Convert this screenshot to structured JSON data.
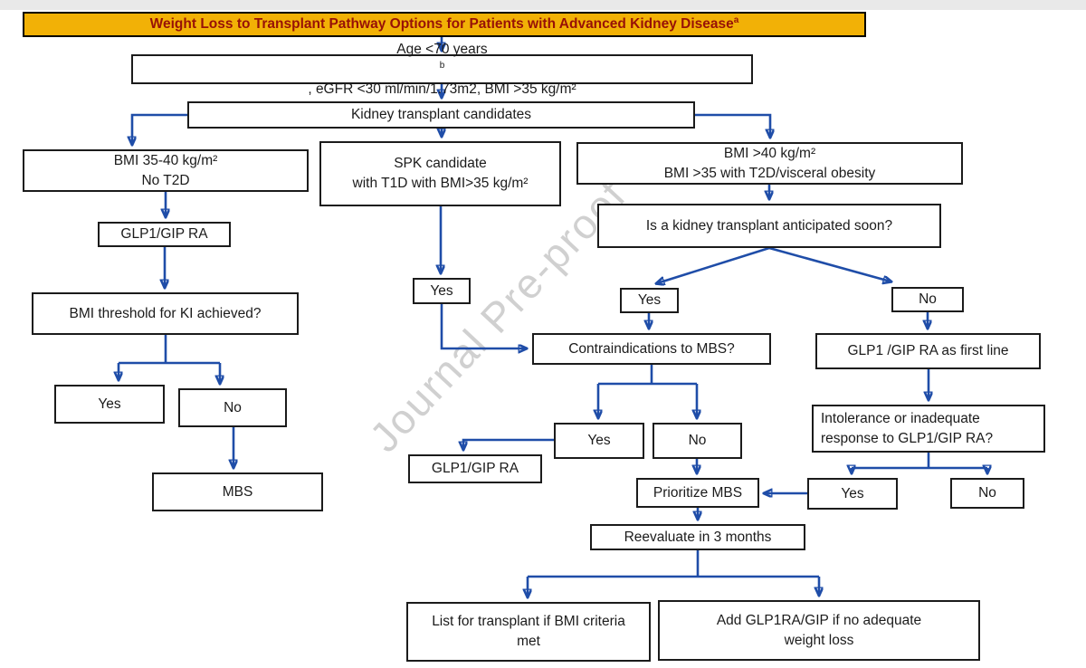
{
  "title": {
    "text": "Weight Loss to Transplant Pathway Options for Patients with Advanced Kidney Disease",
    "superscript": "a"
  },
  "watermark": "Journal Pre-proof",
  "colors": {
    "arrow": "#1f4da8",
    "title_bg": "#f2b106",
    "title_text": "#971107",
    "box_border": "#1b1b1b",
    "box_fill": "#ffffff",
    "watermark_gray": "#aaaaaa"
  },
  "nodes": {
    "age": {
      "pre": "Age <70 years",
      "sup": "b",
      "post": " , eGFR <30 ml/min/1.73m2, BMI >35 kg/m²"
    },
    "ktc": {
      "label": "Kidney transplant candidates"
    },
    "bmi3540": {
      "line1": "BMI 35-40 kg/m²",
      "line2": "No T2D"
    },
    "glp1_left": {
      "label": "GLP1/GIP RA"
    },
    "threshold": {
      "label": "BMI threshold for KI achieved?"
    },
    "yes_left": {
      "label": "Yes"
    },
    "no_left": {
      "label": "No"
    },
    "mbs": {
      "label": "MBS"
    },
    "spk": {
      "line1": "SPK candidate",
      "line2": "with T1D with BMI>35 kg/m²"
    },
    "yes_mid": {
      "label": "Yes"
    },
    "bmi40": {
      "line1": "BMI >40 kg/m²",
      "line2": "BMI >35 with T2D/visceral obesity"
    },
    "anticipated": {
      "label": "Is a kidney transplant anticipated soon?"
    },
    "yes_right": {
      "label": "Yes"
    },
    "no_right": {
      "label": "No"
    },
    "contra": {
      "label": "Contraindications to MBS?"
    },
    "yes_contra": {
      "label": "Yes"
    },
    "no_contra": {
      "label": "No"
    },
    "glp1_mid": {
      "label": "GLP1/GIP RA"
    },
    "prioritize": {
      "label": "Prioritize MBS"
    },
    "firstline": {
      "label": "GLP1 /GIP RA as first line"
    },
    "intolerance": {
      "line1": "Intolerance or inadequate",
      "line2": "response to GLP1/GIP RA?"
    },
    "yes_intol": {
      "label": "Yes"
    },
    "no_intol": {
      "label": "No"
    },
    "reevaluate": {
      "label": "Reevaluate in 3 months"
    },
    "list_transplant": {
      "line1": "List for transplant if BMI criteria",
      "line2": "met"
    },
    "add_glp1": {
      "line1": "Add GLP1RA/GIP if no adequate",
      "line2": "weight loss"
    }
  }
}
